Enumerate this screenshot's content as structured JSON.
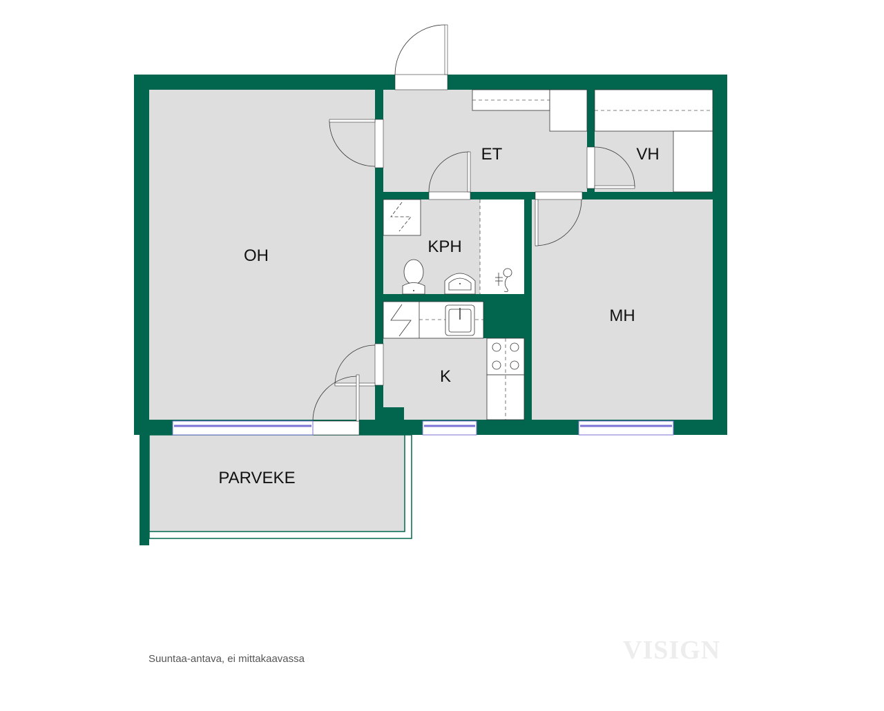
{
  "colors": {
    "wall": "#02664f",
    "floor": "#dedede",
    "fixture": "#ffffff",
    "window": "#7b72d6",
    "line": "#333333",
    "background": "#ffffff"
  },
  "rooms": [
    {
      "id": "oh",
      "label": "OH",
      "meaning": "living room"
    },
    {
      "id": "et",
      "label": "ET",
      "meaning": "entrance hall"
    },
    {
      "id": "vh",
      "label": "VH",
      "meaning": "walk-in closet"
    },
    {
      "id": "kph",
      "label": "KPH",
      "meaning": "bathroom"
    },
    {
      "id": "k",
      "label": "K",
      "meaning": "kitchen"
    },
    {
      "id": "mh",
      "label": "MH",
      "meaning": "bedroom"
    },
    {
      "id": "parveke",
      "label": "PARVEKE",
      "meaning": "balcony"
    }
  ],
  "fixtures": [
    "toilet",
    "washbasin",
    "shower",
    "electric-panel",
    "kitchen-sink",
    "stove",
    "wardrobes"
  ],
  "footer": {
    "note": "Suuntaa-antava, ei mittakaavassa",
    "watermark": "VISIGN"
  }
}
